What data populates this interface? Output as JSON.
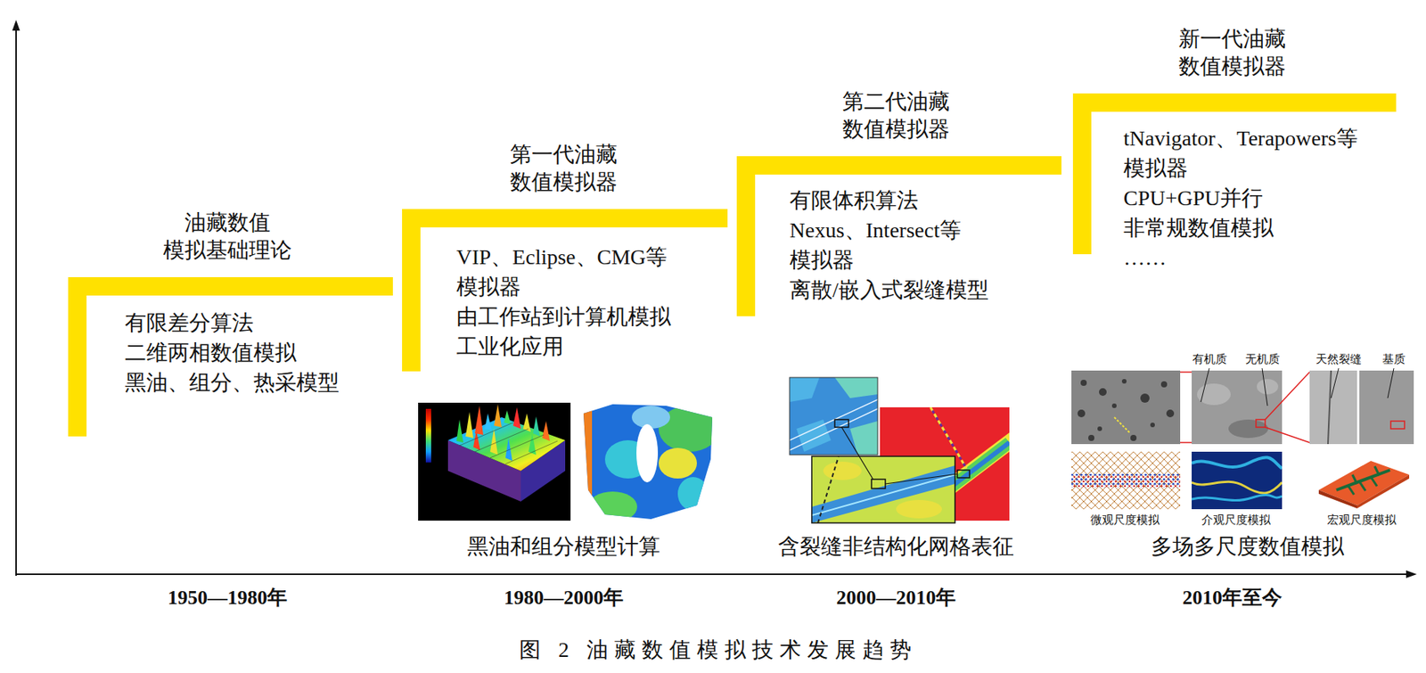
{
  "diagram": {
    "caption": "图 2 油藏数值模拟技术发展趋势",
    "nodes": [
      {
        "text": [
          "油藏数值 模拟基础理论",
          "有限差分算法",
          "二维两相数值模拟",
          "黑油、组分、热采模型"
        ]
      },
      {
        "text": [
          "第一代油藏 数值模拟器",
          "VIP、Eclipse、CMG等 模拟器",
          "由工作站到计算机模拟 工业化应用"
        ]
      },
      {
        "text": [
          "第二代油藏 数值模拟器",
          "有限体积算法",
          "Nexus、Intersect等 模拟器",
          "离散/嵌入式裂缝模型"
        ]
      },
      {
        "text": [
          "新一代油藏 数值模拟器",
          "tNavigator、Terapowers等 模拟器",
          "CPU+GPU并行",
          "非常规数值模拟",
          "……"
        ]
      }
    ],
    "labels": [
      "黑油和组分模型计算",
      "含裂缝非结构化网格表征",
      "有机质",
      "无机质",
      "天然裂缝",
      "基质",
      "微观尺度模拟",
      "介观尺度模拟",
      "宏观尺度模拟",
      "多场多尺度数值模拟",
      "1950—1980年",
      "1980—2000年",
      "2000—2010年",
      "2010年至今"
    ]
  }
}
